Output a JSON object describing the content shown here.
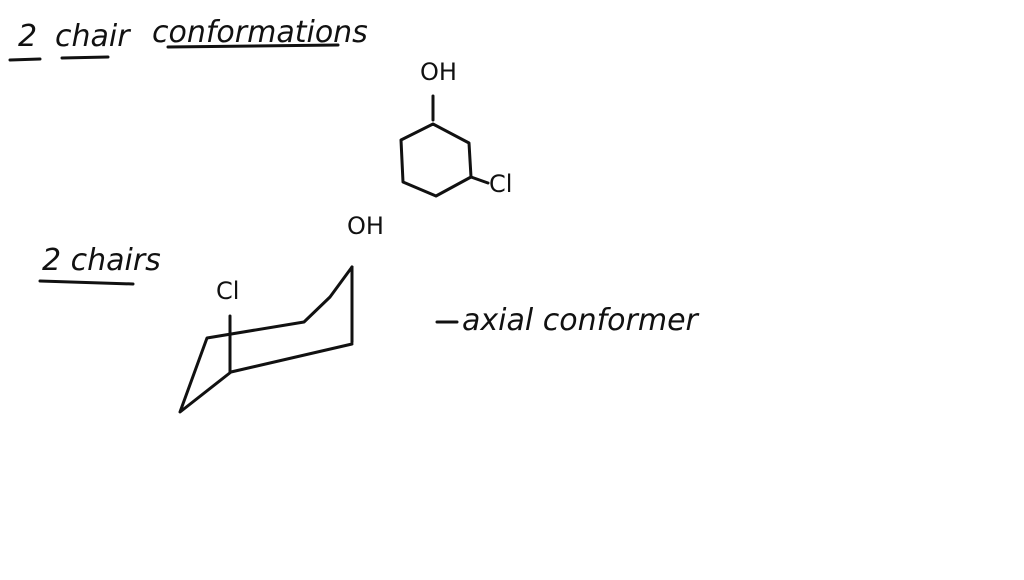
{
  "heading": {
    "number": "2",
    "word_chair": "chair",
    "word_conformations": "conformations"
  },
  "subheading": {
    "text": "2 chairs"
  },
  "hexagon_structure": {
    "top_substituent": "OH",
    "right_substituent": "Cl"
  },
  "chair_structure": {
    "top_substituent": "OH",
    "left_substituent": "Cl"
  },
  "annotation": {
    "text": "axial conformer"
  },
  "colors": {
    "ink": "#111111",
    "background": "#ffffff"
  }
}
